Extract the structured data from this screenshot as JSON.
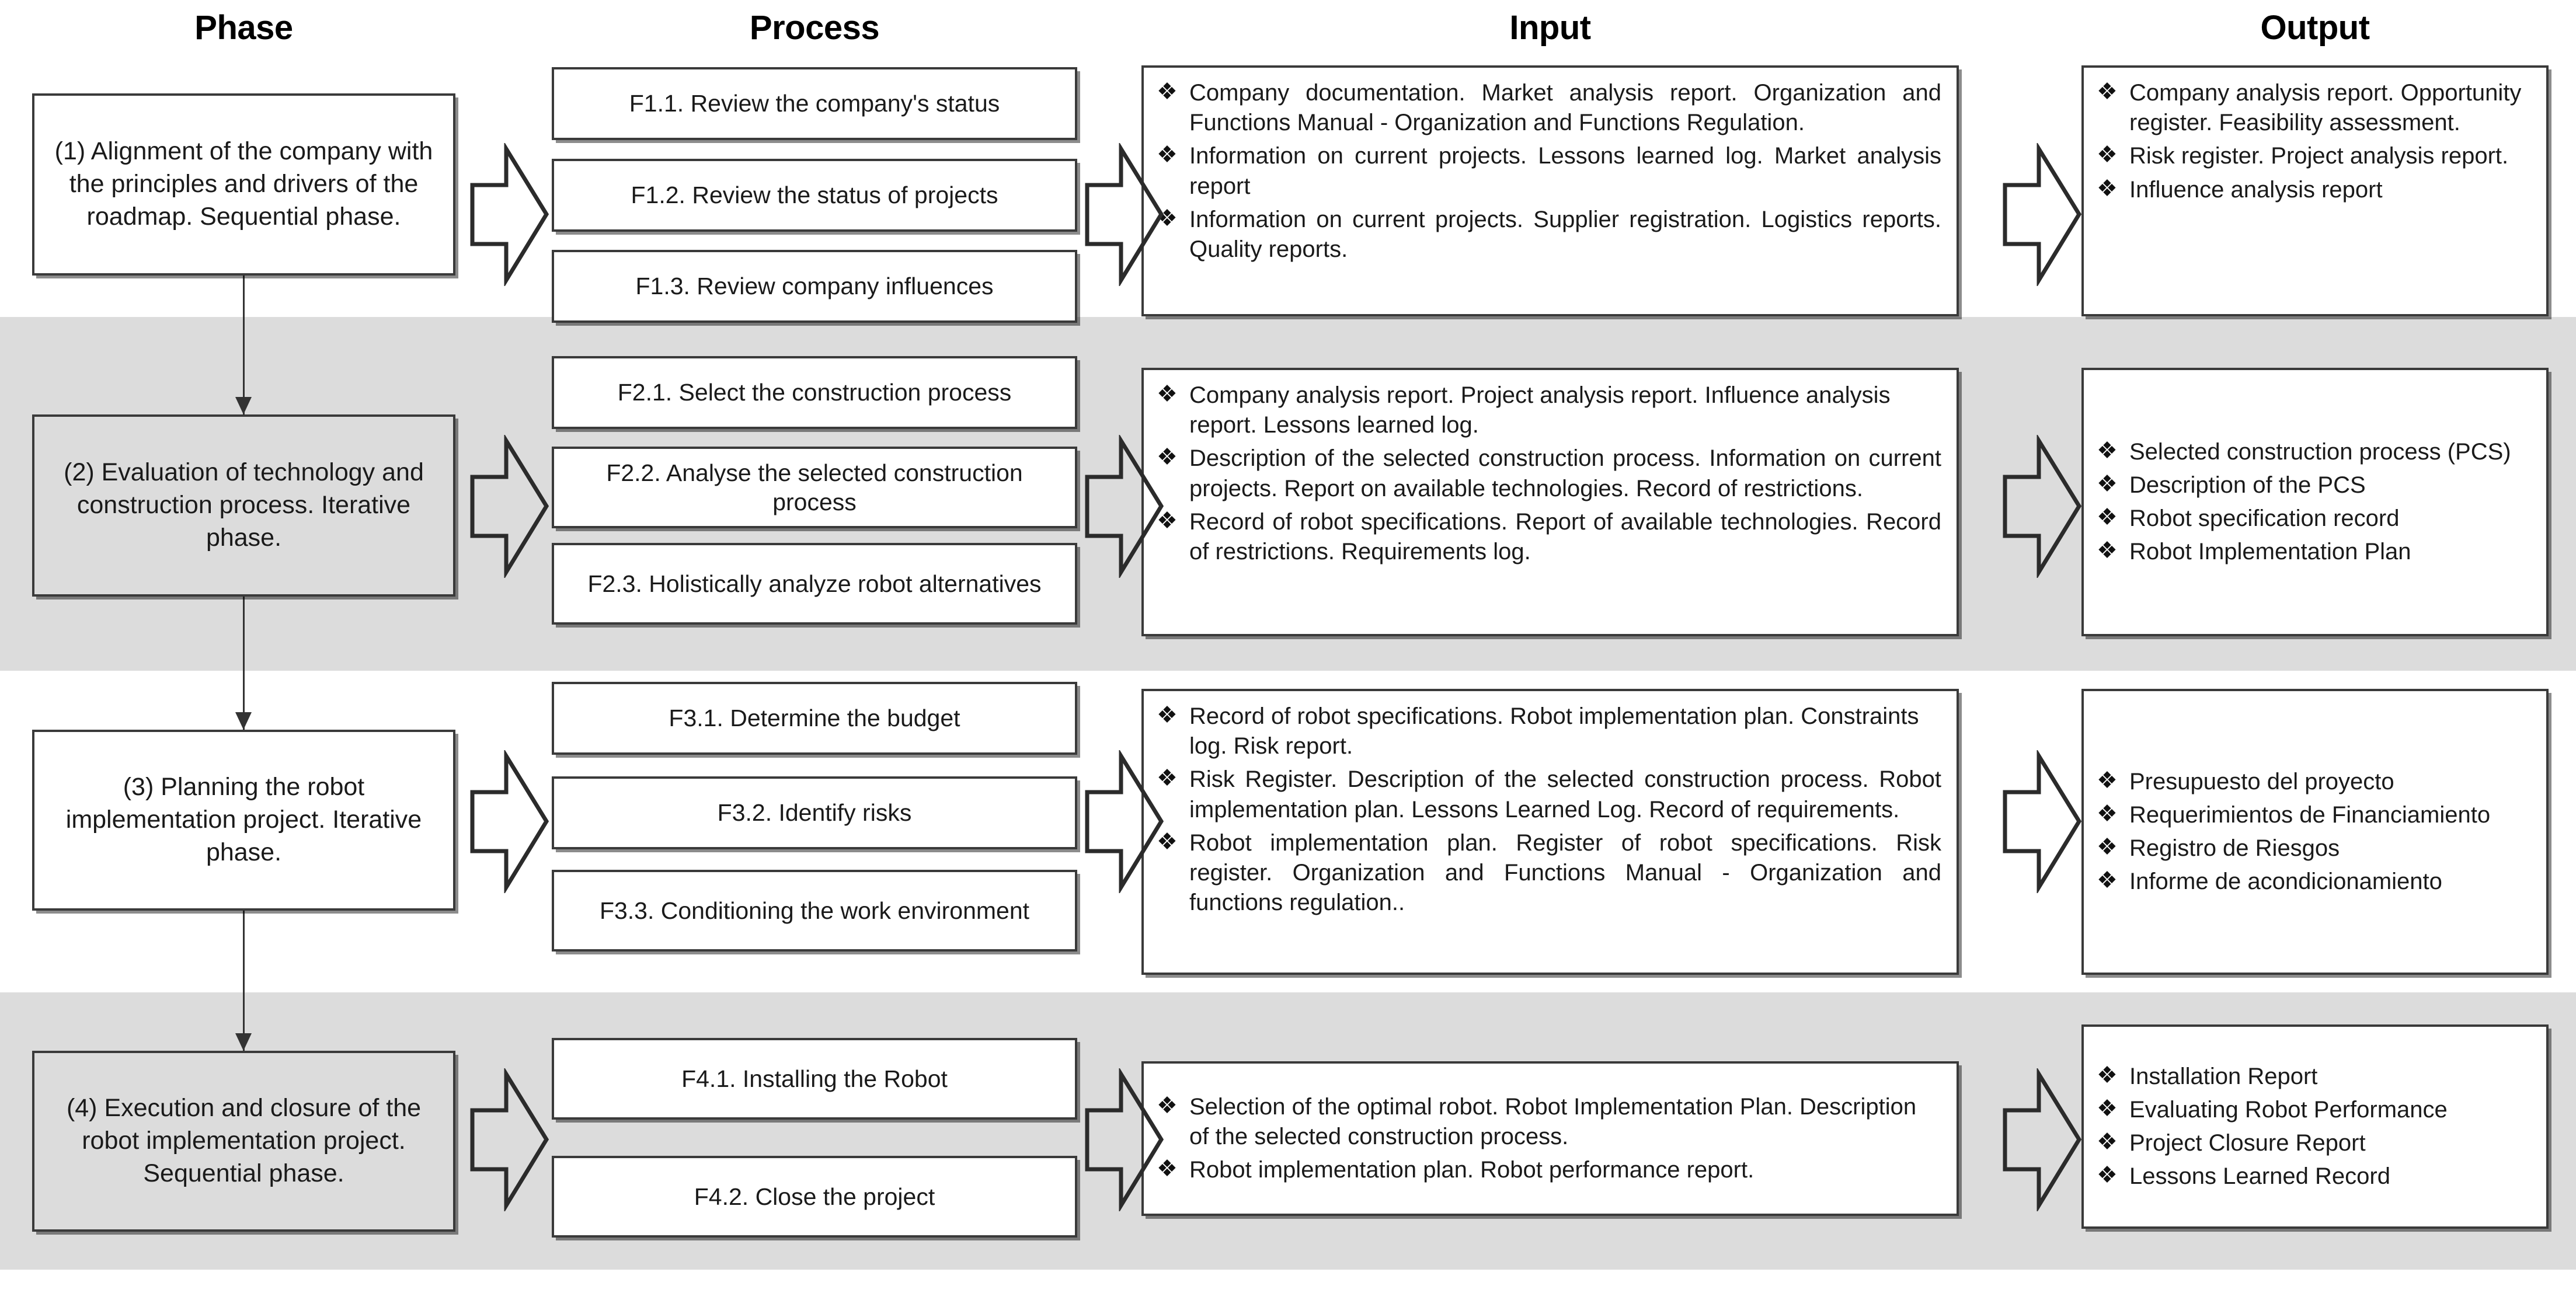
{
  "headers": {
    "phase": "Phase",
    "process": "Process",
    "input": "Input",
    "output": "Output"
  },
  "bullet_glyph": "❖",
  "colors": {
    "band": "#dcdcdc",
    "box_border": "#3a3a3a",
    "box_fill": "#ffffff",
    "text": "#1a1a1a",
    "connector": "#333333"
  },
  "rows": [
    {
      "id": "row-1",
      "banded": false,
      "phase": "(1) Alignment of the company with the principles and drivers of the roadmap. Sequential phase.",
      "processes": [
        "F1.1. Review the company's status",
        "F1.2. Review the status of projects",
        "F1.3. Review company influences"
      ],
      "inputs": [
        "Company documentation. Market analysis report. Organization and Functions Manual - Organization and Functions Regulation.",
        "Information on current projects. Lessons learned log. Market analysis report",
        "Information on current projects. Supplier registration. Logistics reports. Quality reports."
      ],
      "outputs": [
        "Company analysis report. Opportunity register. Feasibility assessment.",
        "Risk register. Project analysis report.",
        "Influence analysis report"
      ]
    },
    {
      "id": "row-2",
      "banded": true,
      "phase": "(2) Evaluation of technology and construction process. Iterative phase.",
      "processes": [
        "F2.1. Select the construction process",
        "F2.2. Analyse the selected construction process",
        "F2.3. Holistically analyze robot alternatives"
      ],
      "inputs": [
        "Company analysis report. Project analysis report. Influence analysis report. Lessons learned log.",
        "Description of the selected construction process. Information on current projects. Report on available technologies. Record of restrictions.",
        "Record of robot specifications. Report of available technologies. Record of restrictions. Requirements log."
      ],
      "outputs": [
        "Selected construction process (PCS)",
        "Description of the PCS",
        "Robot specification record",
        "Robot Implementation Plan"
      ]
    },
    {
      "id": "row-3",
      "banded": false,
      "phase": "(3) Planning the robot implementation project. Iterative phase.",
      "processes": [
        "F3.1. Determine the budget",
        "F3.2. Identify risks",
        "F3.3. Conditioning the work environment"
      ],
      "inputs": [
        "Record of robot specifications. Robot implementation plan. Constraints log. Risk report.",
        "Risk Register. Description of the selected construction process. Robot implementation plan. Lessons Learned Log. Record of requirements.",
        "Robot implementation plan. Register of robot specifications. Risk register. Organization and Functions Manual - Organization and functions regulation.."
      ],
      "outputs": [
        "Presupuesto del proyecto",
        "Requerimientos de Financiamiento",
        "Registro de Riesgos",
        "Informe de acondicionamiento"
      ]
    },
    {
      "id": "row-4",
      "banded": true,
      "phase": "(4) Execution and closure of the robot implementation project. Sequential phase.",
      "processes": [
        "F4.1. Installing the Robot",
        "F4.2. Close the project"
      ],
      "inputs": [
        "Selection of the optimal robot. Robot Implementation Plan. Description of the selected construction process.",
        "Robot implementation plan. Robot performance report."
      ],
      "outputs": [
        "Installation Report",
        "Evaluating Robot Performance",
        "Project Closure Report",
        "Lessons Learned Record"
      ]
    }
  ]
}
